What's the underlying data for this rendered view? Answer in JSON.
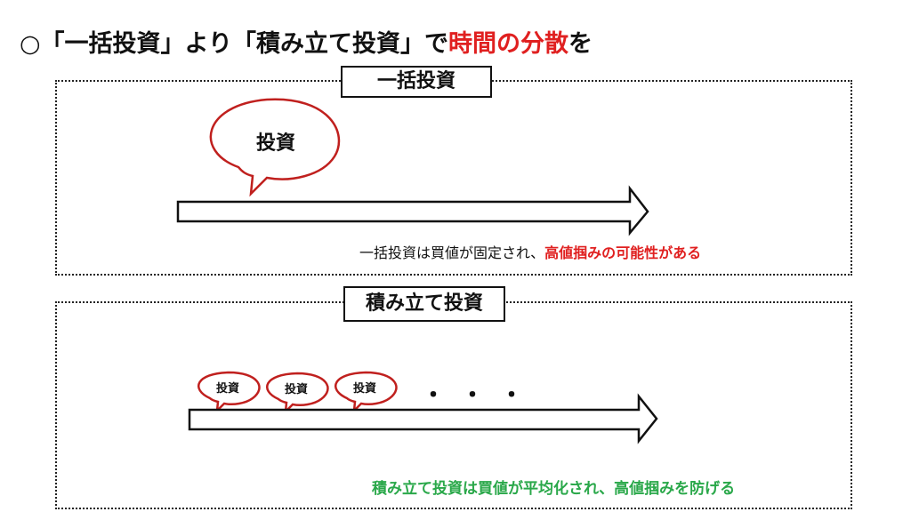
{
  "title": {
    "prefix": "○「一括投資」より「積み立て投資」で",
    "highlight": "時間の分散",
    "suffix": "を"
  },
  "lump_sum": {
    "label": "一括投資",
    "bubble": "投資",
    "caption_normal": "一括投資は買値が固定され、",
    "caption_highlight": "高値掴みの可能性がある"
  },
  "installment": {
    "label": "積み立て投資",
    "bubbles": [
      "投資",
      "投資",
      "投資"
    ],
    "dots": "・・・",
    "caption": "積み立て投資は買値が平均化され、高値掴みを防げる"
  },
  "colors": {
    "highlight_red": "#e02020",
    "caption_green": "#2aa84a",
    "bubble_outline": "#c0201e"
  }
}
